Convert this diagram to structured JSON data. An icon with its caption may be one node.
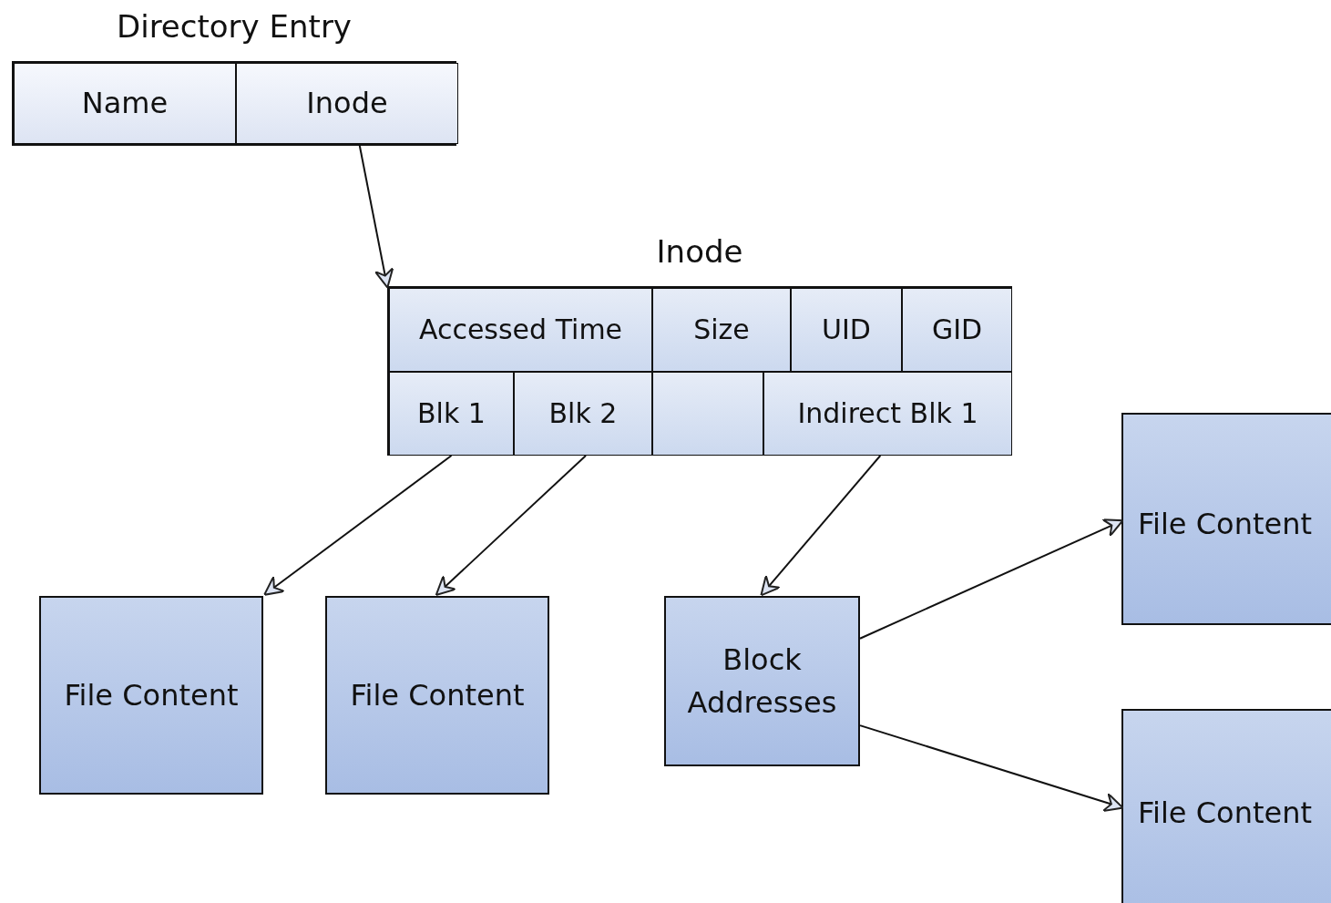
{
  "diagram": {
    "nodes": [
      {
        "text": [
          "Directory Entry"
        ]
      },
      {
        "text": [
          "Name"
        ],
        "in": 0
      },
      {
        "text": [
          "Inode"
        ],
        "in": 0
      },
      {
        "text": [
          "Inode"
        ]
      },
      {
        "text": [
          "Accessed Time"
        ],
        "in": 3
      },
      {
        "text": [
          "Size"
        ],
        "in": 3
      },
      {
        "text": [
          "UID"
        ],
        "in": 3
      },
      {
        "text": [
          "GID"
        ],
        "in": 3
      },
      {
        "text": [
          "Blk 1"
        ],
        "in": 3
      },
      {
        "text": [
          "Blk 2"
        ],
        "in": 3
      },
      {
        "text": [],
        "shape": "box",
        "in": 3
      },
      {
        "text": [
          "Indirect Blk 1"
        ],
        "in": 3
      },
      {
        "text": [
          "File Content"
        ]
      },
      {
        "text": [
          "File Content"
        ]
      },
      {
        "text": [
          "Block Addresses"
        ]
      },
      {
        "text": [
          "File Content"
        ]
      },
      {
        "text": [
          "File Content"
        ]
      }
    ],
    "edges": [
      {
        "from": 2,
        "to": 3,
        "arrow": "to"
      },
      {
        "from": 8,
        "to": 12,
        "arrow": "to"
      },
      {
        "from": 9,
        "to": 13,
        "arrow": "to"
      },
      {
        "from": 11,
        "to": 14,
        "arrow": "to"
      },
      {
        "from": 14,
        "to": 15,
        "arrow": "to"
      },
      {
        "from": 14,
        "to": 16,
        "arrow": "to"
      }
    ]
  }
}
